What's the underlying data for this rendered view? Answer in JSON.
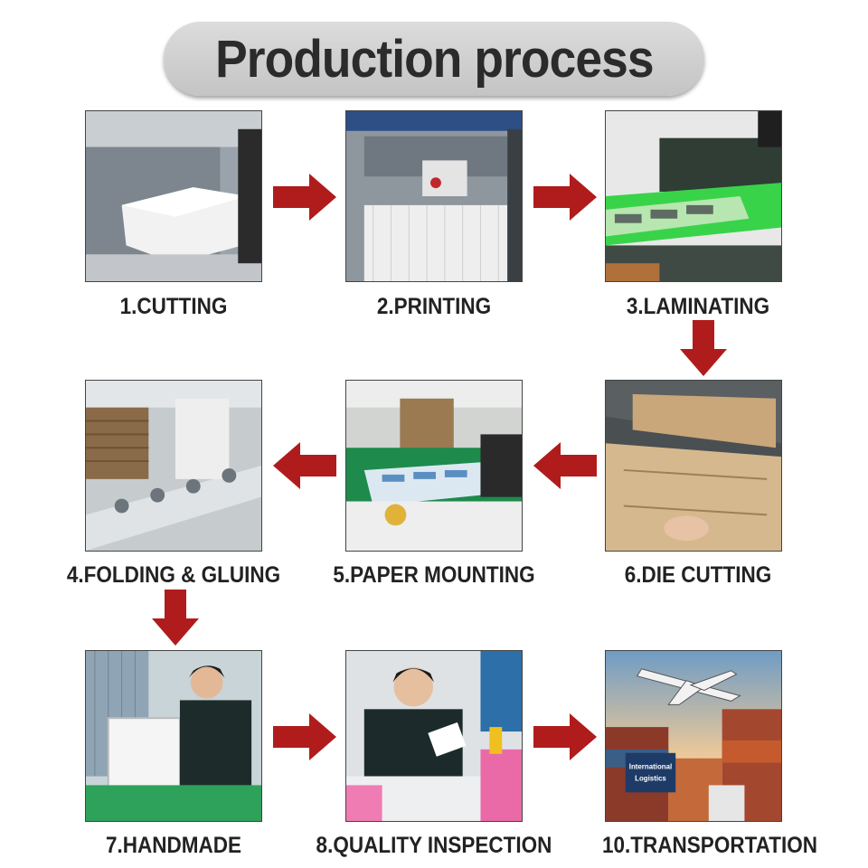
{
  "title": "Production process",
  "steps": [
    {
      "label": "1.CUTTING"
    },
    {
      "label": "2.PRINTING"
    },
    {
      "label": "3.LAMINATING"
    },
    {
      "label": "4.FOLDING & GLUING"
    },
    {
      "label": "5.PAPER MOUNTING"
    },
    {
      "label": "6.DIE CUTTING"
    },
    {
      "label": "7.HANDMADE"
    },
    {
      "label": "8.QUALITY INSPECTION"
    },
    {
      "label": "10.TRANSPORTATION"
    }
  ],
  "photo_text": {
    "sign_line1": "International",
    "sign_line2": "Logistics"
  },
  "colors": {
    "arrow": "#b01c1c",
    "title_bg": "#d0d0d0",
    "title_text": "#2b2b2b",
    "label_text": "#222222"
  }
}
